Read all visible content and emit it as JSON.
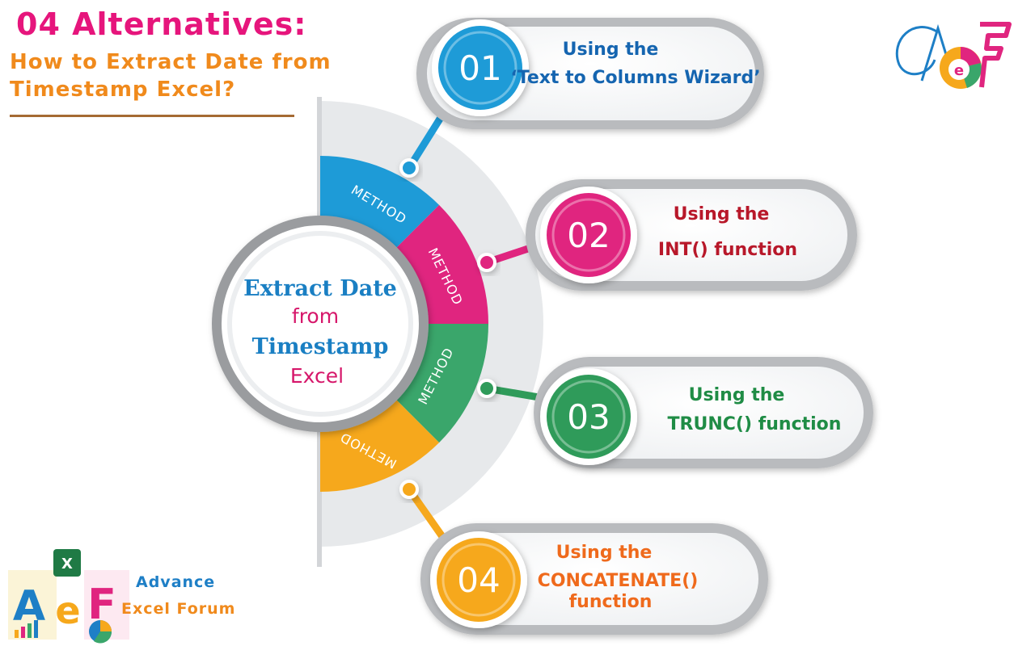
{
  "heading": {
    "title": "04 Alternatives:",
    "subtitle_line1": "How to Extract Date from",
    "subtitle_line2": "Timestamp Excel?"
  },
  "center": {
    "line1": "Extract Date",
    "line2": "from",
    "line3": "Timestamp",
    "line4": "Excel"
  },
  "segments": [
    {
      "label": "METHOD",
      "color": "#1e9bd7"
    },
    {
      "label": "METHOD",
      "color": "#e0257f"
    },
    {
      "label": "METHOD",
      "color": "#3aa66b"
    },
    {
      "label": "METHOD",
      "color": "#f6a81c"
    }
  ],
  "methods": [
    {
      "number": "01",
      "line1": "Using the",
      "line2": "‘Text to Columns Wizard’",
      "line3": "",
      "color": "#1e9bd7",
      "text_color": "#1565b0"
    },
    {
      "number": "02",
      "line1": "Using the",
      "line2": "INT() function",
      "line3": "",
      "color": "#e0257f",
      "text_color": "#b8182a"
    },
    {
      "number": "03",
      "line1": "Using the",
      "line2": "TRUNC() function",
      "line3": "",
      "color": "#2f9b5a",
      "text_color": "#1f8c45"
    },
    {
      "number": "04",
      "line1": "Using the",
      "line2": "CONCATENATE()",
      "line3": "function",
      "color": "#f6a81c",
      "text_color": "#ef6a1c"
    }
  ],
  "brand": {
    "line1": "Advance",
    "line2": "Excel Forum",
    "logo_letters": [
      "A",
      "e",
      "F"
    ],
    "excel_badge": "X",
    "line1_color": "#1e7fc6",
    "line2_color": "#f08a1c"
  }
}
